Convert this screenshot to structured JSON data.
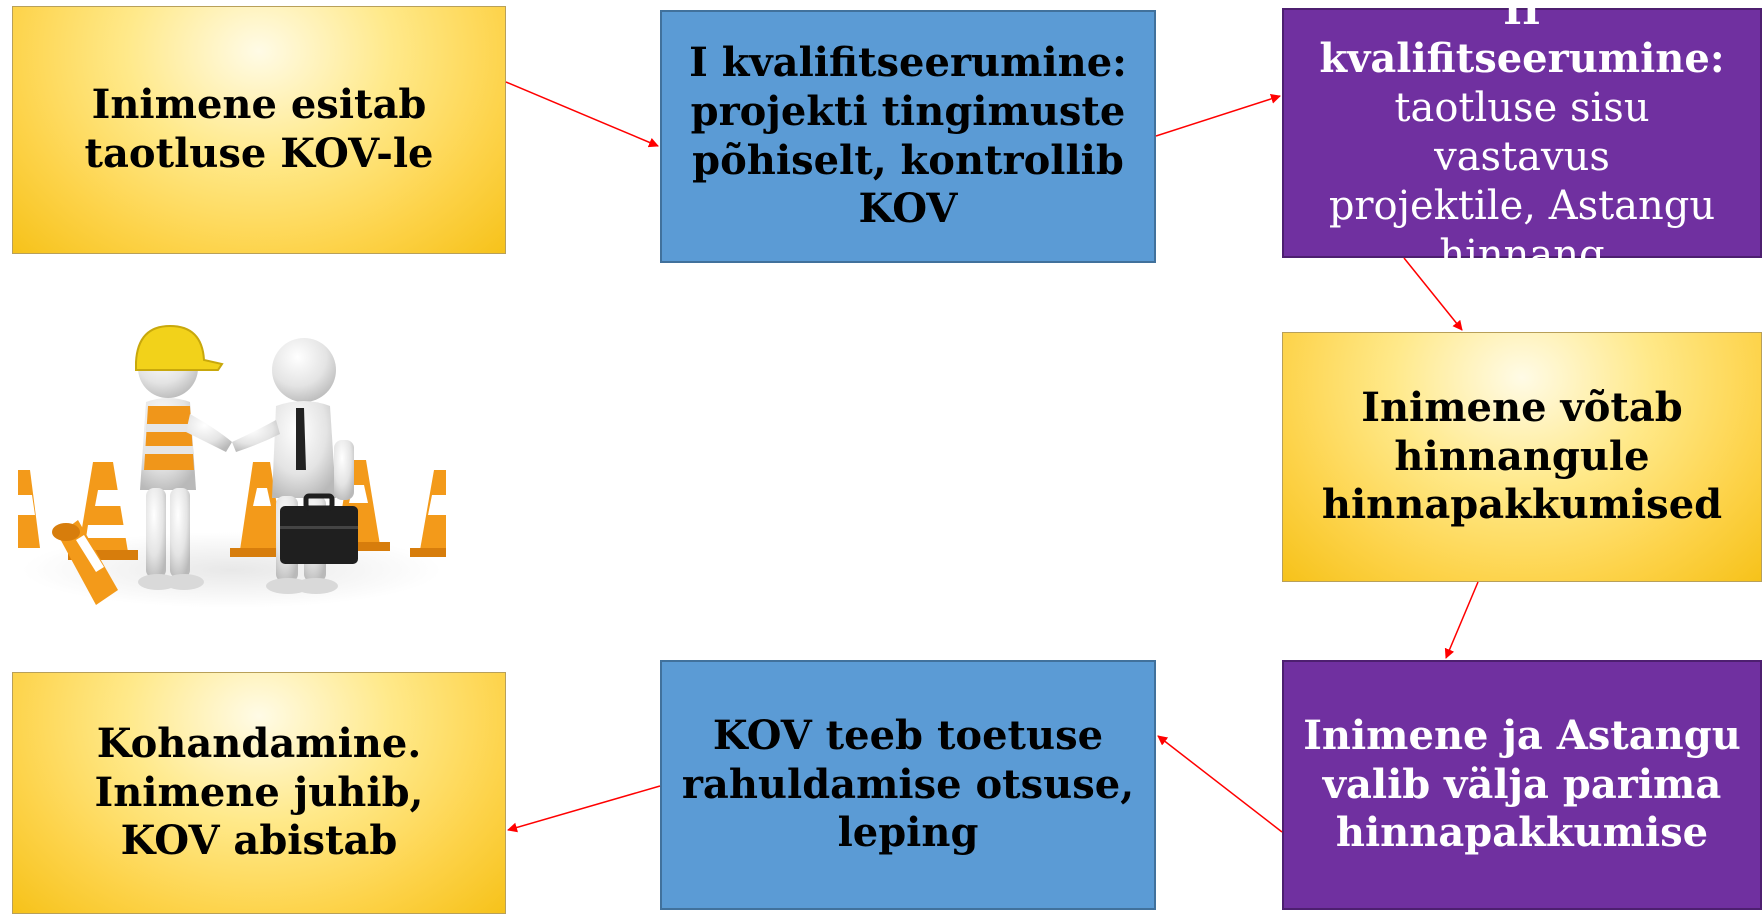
{
  "boxes": {
    "step1": {
      "text": "Inimene esitab\ntaotluse KOV-le"
    },
    "step2": {
      "text": "I kvalifitseerumine:\nprojekti tingimuste\npõhiselt, kontrollib\nKOV"
    },
    "step3": {
      "title": "II kvalifitseerumine:",
      "text": "taotluse sisu vastavus\nprojektile, Astangu\nhinnang"
    },
    "step4": {
      "text": "Inimene võtab\nhinnangule\nhinnapakkumised"
    },
    "step5": {
      "text": "Inimene ja Astangu\nvalib välja parima\nhinnapakkumise"
    },
    "step6": {
      "text": "KOV teeb toetuse\nrahuldamise otsuse,\nleping"
    },
    "step7": {
      "text": "Kohandamine.\nInimene juhib,\nKOV abistab"
    }
  },
  "colors": {
    "gold": "#fdd34a",
    "blue": "#5b9bd5",
    "purple": "#7030a0",
    "arrow": "#ff0000"
  }
}
